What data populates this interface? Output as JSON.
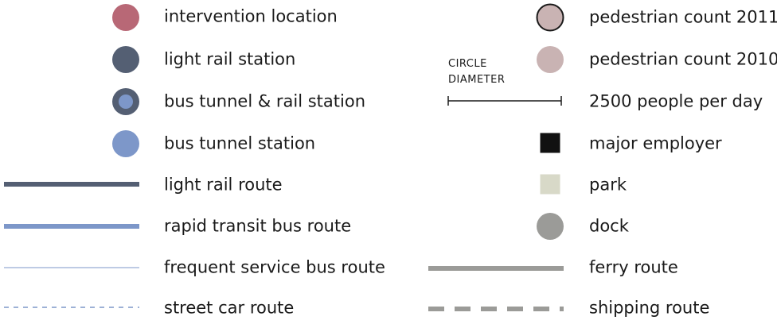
{
  "legend": {
    "left": [
      {
        "label": "intervention location",
        "symbol": "circle",
        "color": "#b86876"
      },
      {
        "label": "light rail station",
        "symbol": "circle",
        "color": "#545f73"
      },
      {
        "label": "bus tunnel & rail station",
        "symbol": "ring-circle",
        "color": "#545f73",
        "inner_color": "#7d97c9"
      },
      {
        "label": "bus tunnel station",
        "symbol": "circle",
        "color": "#7d97c9"
      },
      {
        "label": "light rail route",
        "symbol": "thick-line",
        "color": "#545f73"
      },
      {
        "label": "rapid transit bus route",
        "symbol": "thick-line",
        "color": "#7d97c9"
      },
      {
        "label": "frequent service bus route",
        "symbol": "thin-line",
        "color": "#7d97c9"
      },
      {
        "label": "street car route",
        "symbol": "dashed-thin-line",
        "color": "#7d97c9"
      }
    ],
    "right": [
      {
        "label": "pedestrian count 2011",
        "symbol": "outlined-circle",
        "color": "#c9b3b3",
        "outline": "#1a1a1a"
      },
      {
        "label": "pedestrian count 2010",
        "symbol": "circle",
        "color": "#c9b3b3"
      },
      {
        "label": "2500 people per day",
        "symbol": "scale-bar",
        "color": "#1a1a1a"
      },
      {
        "label": "major employer",
        "symbol": "square",
        "color": "#111111"
      },
      {
        "label": "park",
        "symbol": "square",
        "color": "#d8d9c8"
      },
      {
        "label": "dock",
        "symbol": "circle",
        "color": "#9b9b98"
      },
      {
        "label": "ferry route",
        "symbol": "thick-line",
        "color": "#9b9b98"
      },
      {
        "label": "shipping route",
        "symbol": "dashed-thick-line",
        "color": "#9b9b98"
      }
    ],
    "scale_caption": {
      "line1": "CIRCLE",
      "line2": "DIAMETER"
    }
  }
}
